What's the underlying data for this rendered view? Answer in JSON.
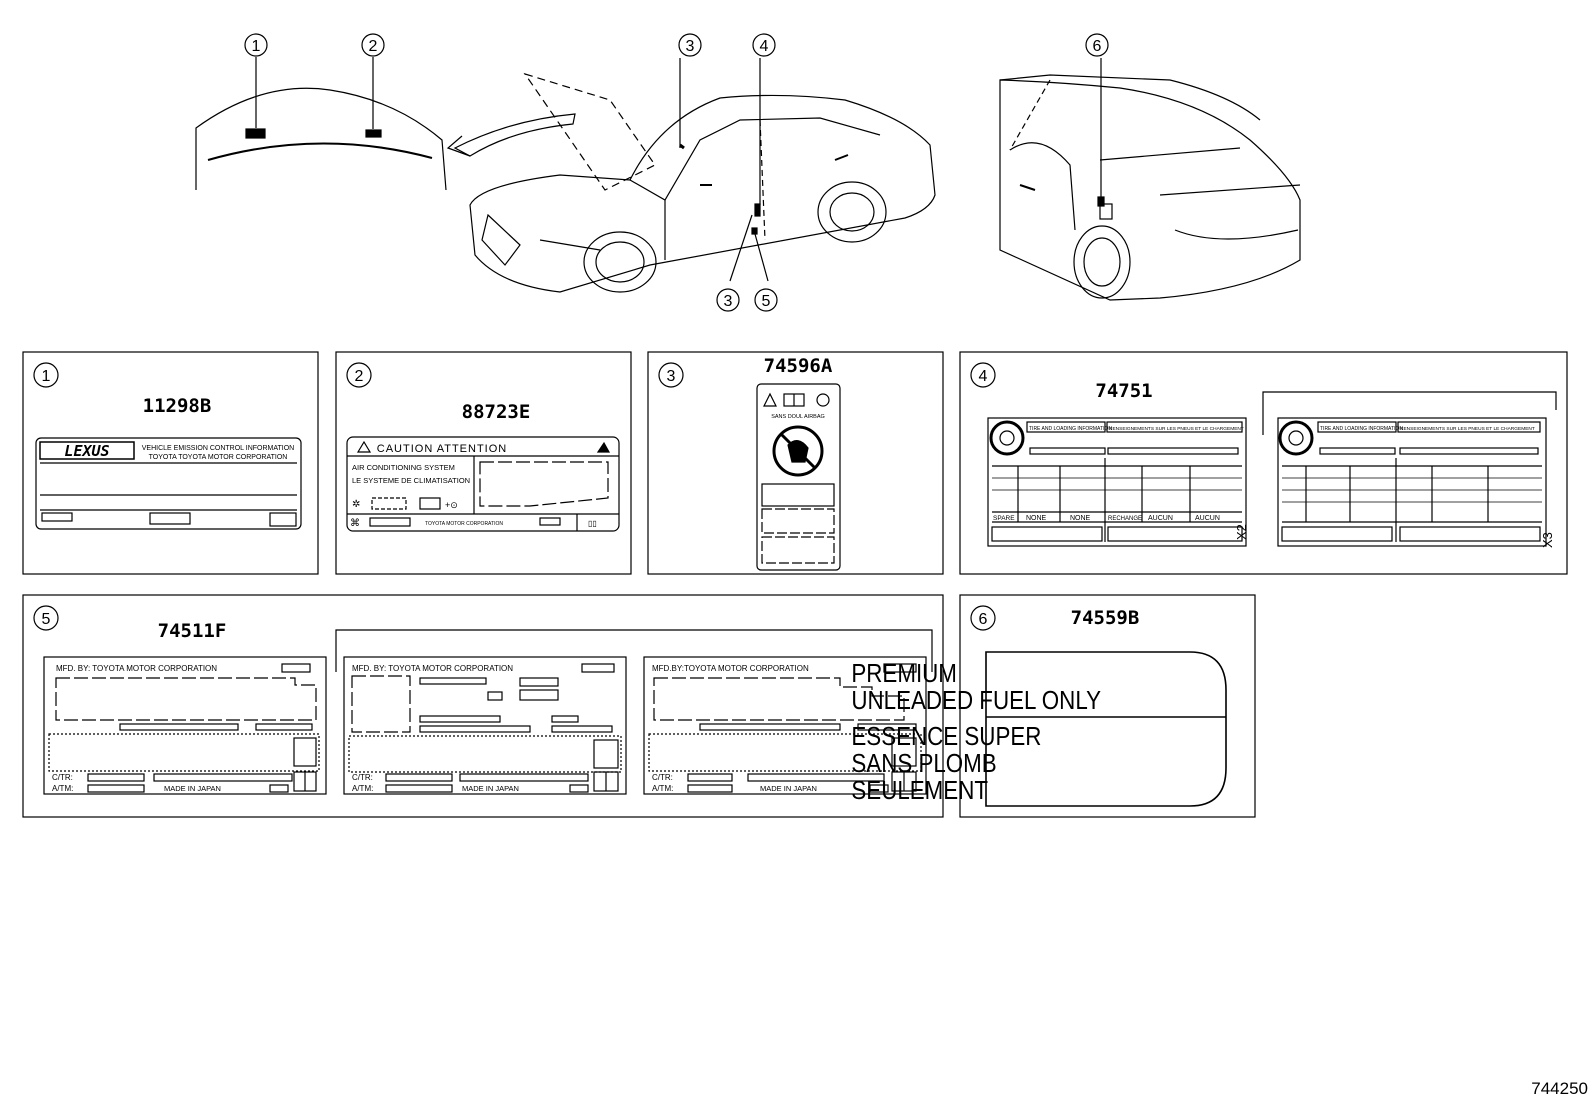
{
  "callouts": {
    "c1": "1",
    "c2": "2",
    "c3": "3",
    "c4": "4",
    "c5": "5",
    "c6": "6"
  },
  "panels": {
    "p1": {
      "num": "1",
      "part": "11298B",
      "brand": "LEXUS",
      "line1": "VEHICLE EMISSION CONTROL INFORMATION",
      "line2": "TOYOTA   TOYOTA MOTOR CORPORATION"
    },
    "p2": {
      "num": "2",
      "part": "88723E",
      "header": "CAUTION   ATTENTION",
      "line1": "AIR CONDITIONING SYSTEM",
      "line2": "LE SYSTEME DE CLIMATISATION",
      "bottom": "TOYOTA MOTOR CORPORATION"
    },
    "p3": {
      "num": "3",
      "part": "74596A",
      "airbag": "SANS DOUL AIRBAG"
    },
    "p4": {
      "num": "4",
      "part": "74751",
      "hdr_en": "TIRE AND LOADING INFORMATION",
      "hdr_fr": "RENSEIGNEMENTS SUR LES PNEUS ET LE CHARGEMENT",
      "spare": "SPARE",
      "none1": "NONE",
      "none2": "NONE",
      "rechange": "RECHANGE",
      "aucun1": "AUCUN",
      "aucun2": "AUCUN",
      "x2": "X2",
      "x3": "X3"
    },
    "p5": {
      "num": "5",
      "part": "74511F",
      "mfd1": "MFD. BY: TOYOTA MOTOR CORPORATION",
      "mfd2": "MFD. BY: TOYOTA MOTOR CORPORATION",
      "mfd3": "MFD.BY:TOYOTA MOTOR CORPORATION",
      "ctr": "C/TR:",
      "atm": "A/TM:",
      "made": "MADE IN JAPAN"
    },
    "p6": {
      "num": "6",
      "part": "74559B",
      "l1": "PREMIUM",
      "l2": "UNLEADED FUEL ONLY",
      "l3": "ESSENCE SUPER",
      "l4": "SANS PLOMB",
      "l5": "SEULEMENT"
    }
  },
  "figure_code": "744250"
}
